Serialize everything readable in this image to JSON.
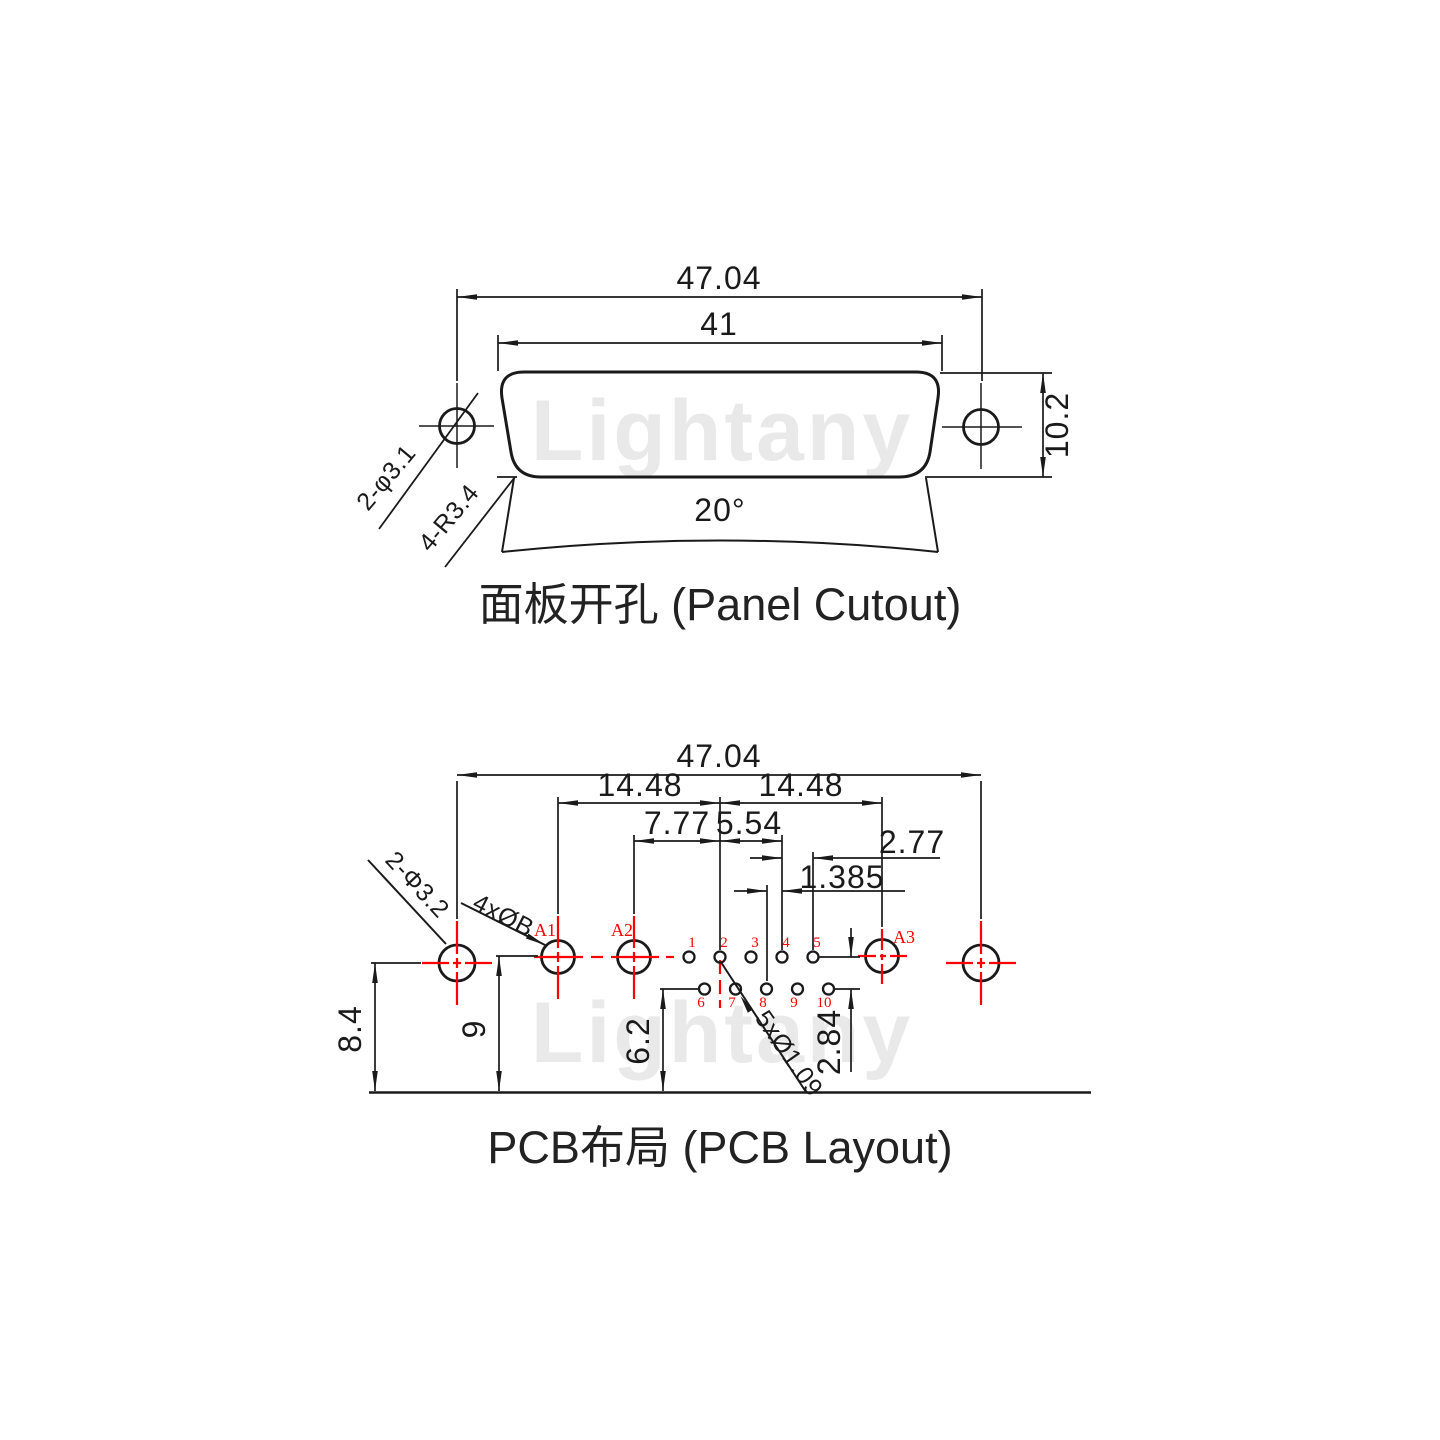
{
  "watermark": "Lightany",
  "panel": {
    "title": "面板开孔 (Panel Cutout)",
    "dim_width_outer": "47.04",
    "dim_width_inner": "41",
    "dim_height": "10.2",
    "angle": "20°",
    "label_holes": "2-φ3.1",
    "label_radius": "4-R3.4"
  },
  "pcb": {
    "title": "PCB布局 (PCB Layout)",
    "dim_width_outer": "47.04",
    "dim_a1_center": "14.48",
    "dim_center_a3": "14.48",
    "dim_a2_center": "7.77",
    "dim_554": "5.54",
    "dim_277": "2.77",
    "dim_1385": "1.385",
    "dim_84": "8.4",
    "dim_9": "9",
    "dim_62": "6.2",
    "dim_284": "2.84",
    "label_holes": "2-Φ3.2",
    "label_shell": "4xØB",
    "label_pins": "5xØ1.09",
    "a_labels": [
      "A1",
      "A2",
      "A3"
    ],
    "pin_numbers_row1": [
      "1",
      "2",
      "3",
      "4",
      "5"
    ],
    "pin_numbers_row2": [
      "6",
      "7",
      "8",
      "9",
      "10"
    ],
    "colors": {
      "accent_red": "#fe0000"
    }
  }
}
